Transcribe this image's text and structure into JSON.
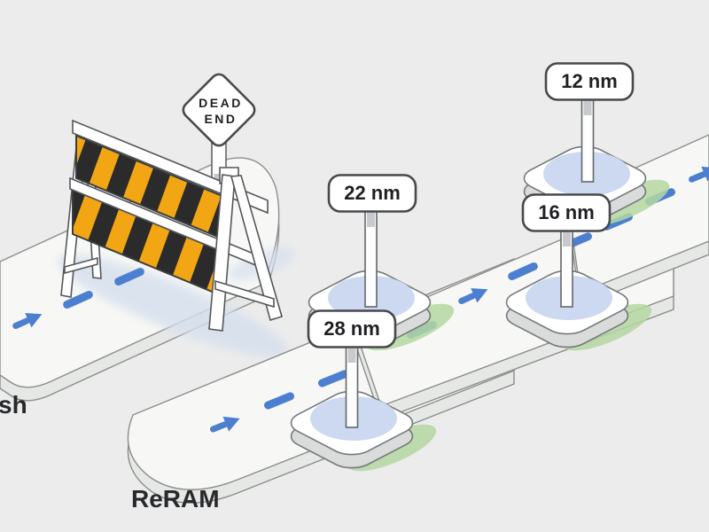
{
  "flash_road": {
    "label": "sh",
    "dead_end_sign": {
      "line1": "DEAD",
      "line2": "END"
    }
  },
  "reram_road": {
    "label": "ReRAM"
  },
  "milestones": [
    {
      "id": "28nm",
      "label": "28 nm"
    },
    {
      "id": "22nm",
      "label": "22 nm"
    },
    {
      "id": "16nm",
      "label": "16 nm"
    },
    {
      "id": "12nm",
      "label": "12 nm"
    }
  ],
  "colors": {
    "background": "#ececec",
    "road_fill": "#f7f8f5",
    "road_outline": "#8b8e8c",
    "lane_dash_blue": "#4d7fd1",
    "hazard_amber": "#f3a614",
    "hazard_black": "#2b2b2b",
    "platform_highlight_blue": "#cdd9f0",
    "platform_shadow_green": "#b4d7a1",
    "sign_outline": "#47494c",
    "text_dark": "#1e2023",
    "shadow_blue": "#d5dfee"
  }
}
